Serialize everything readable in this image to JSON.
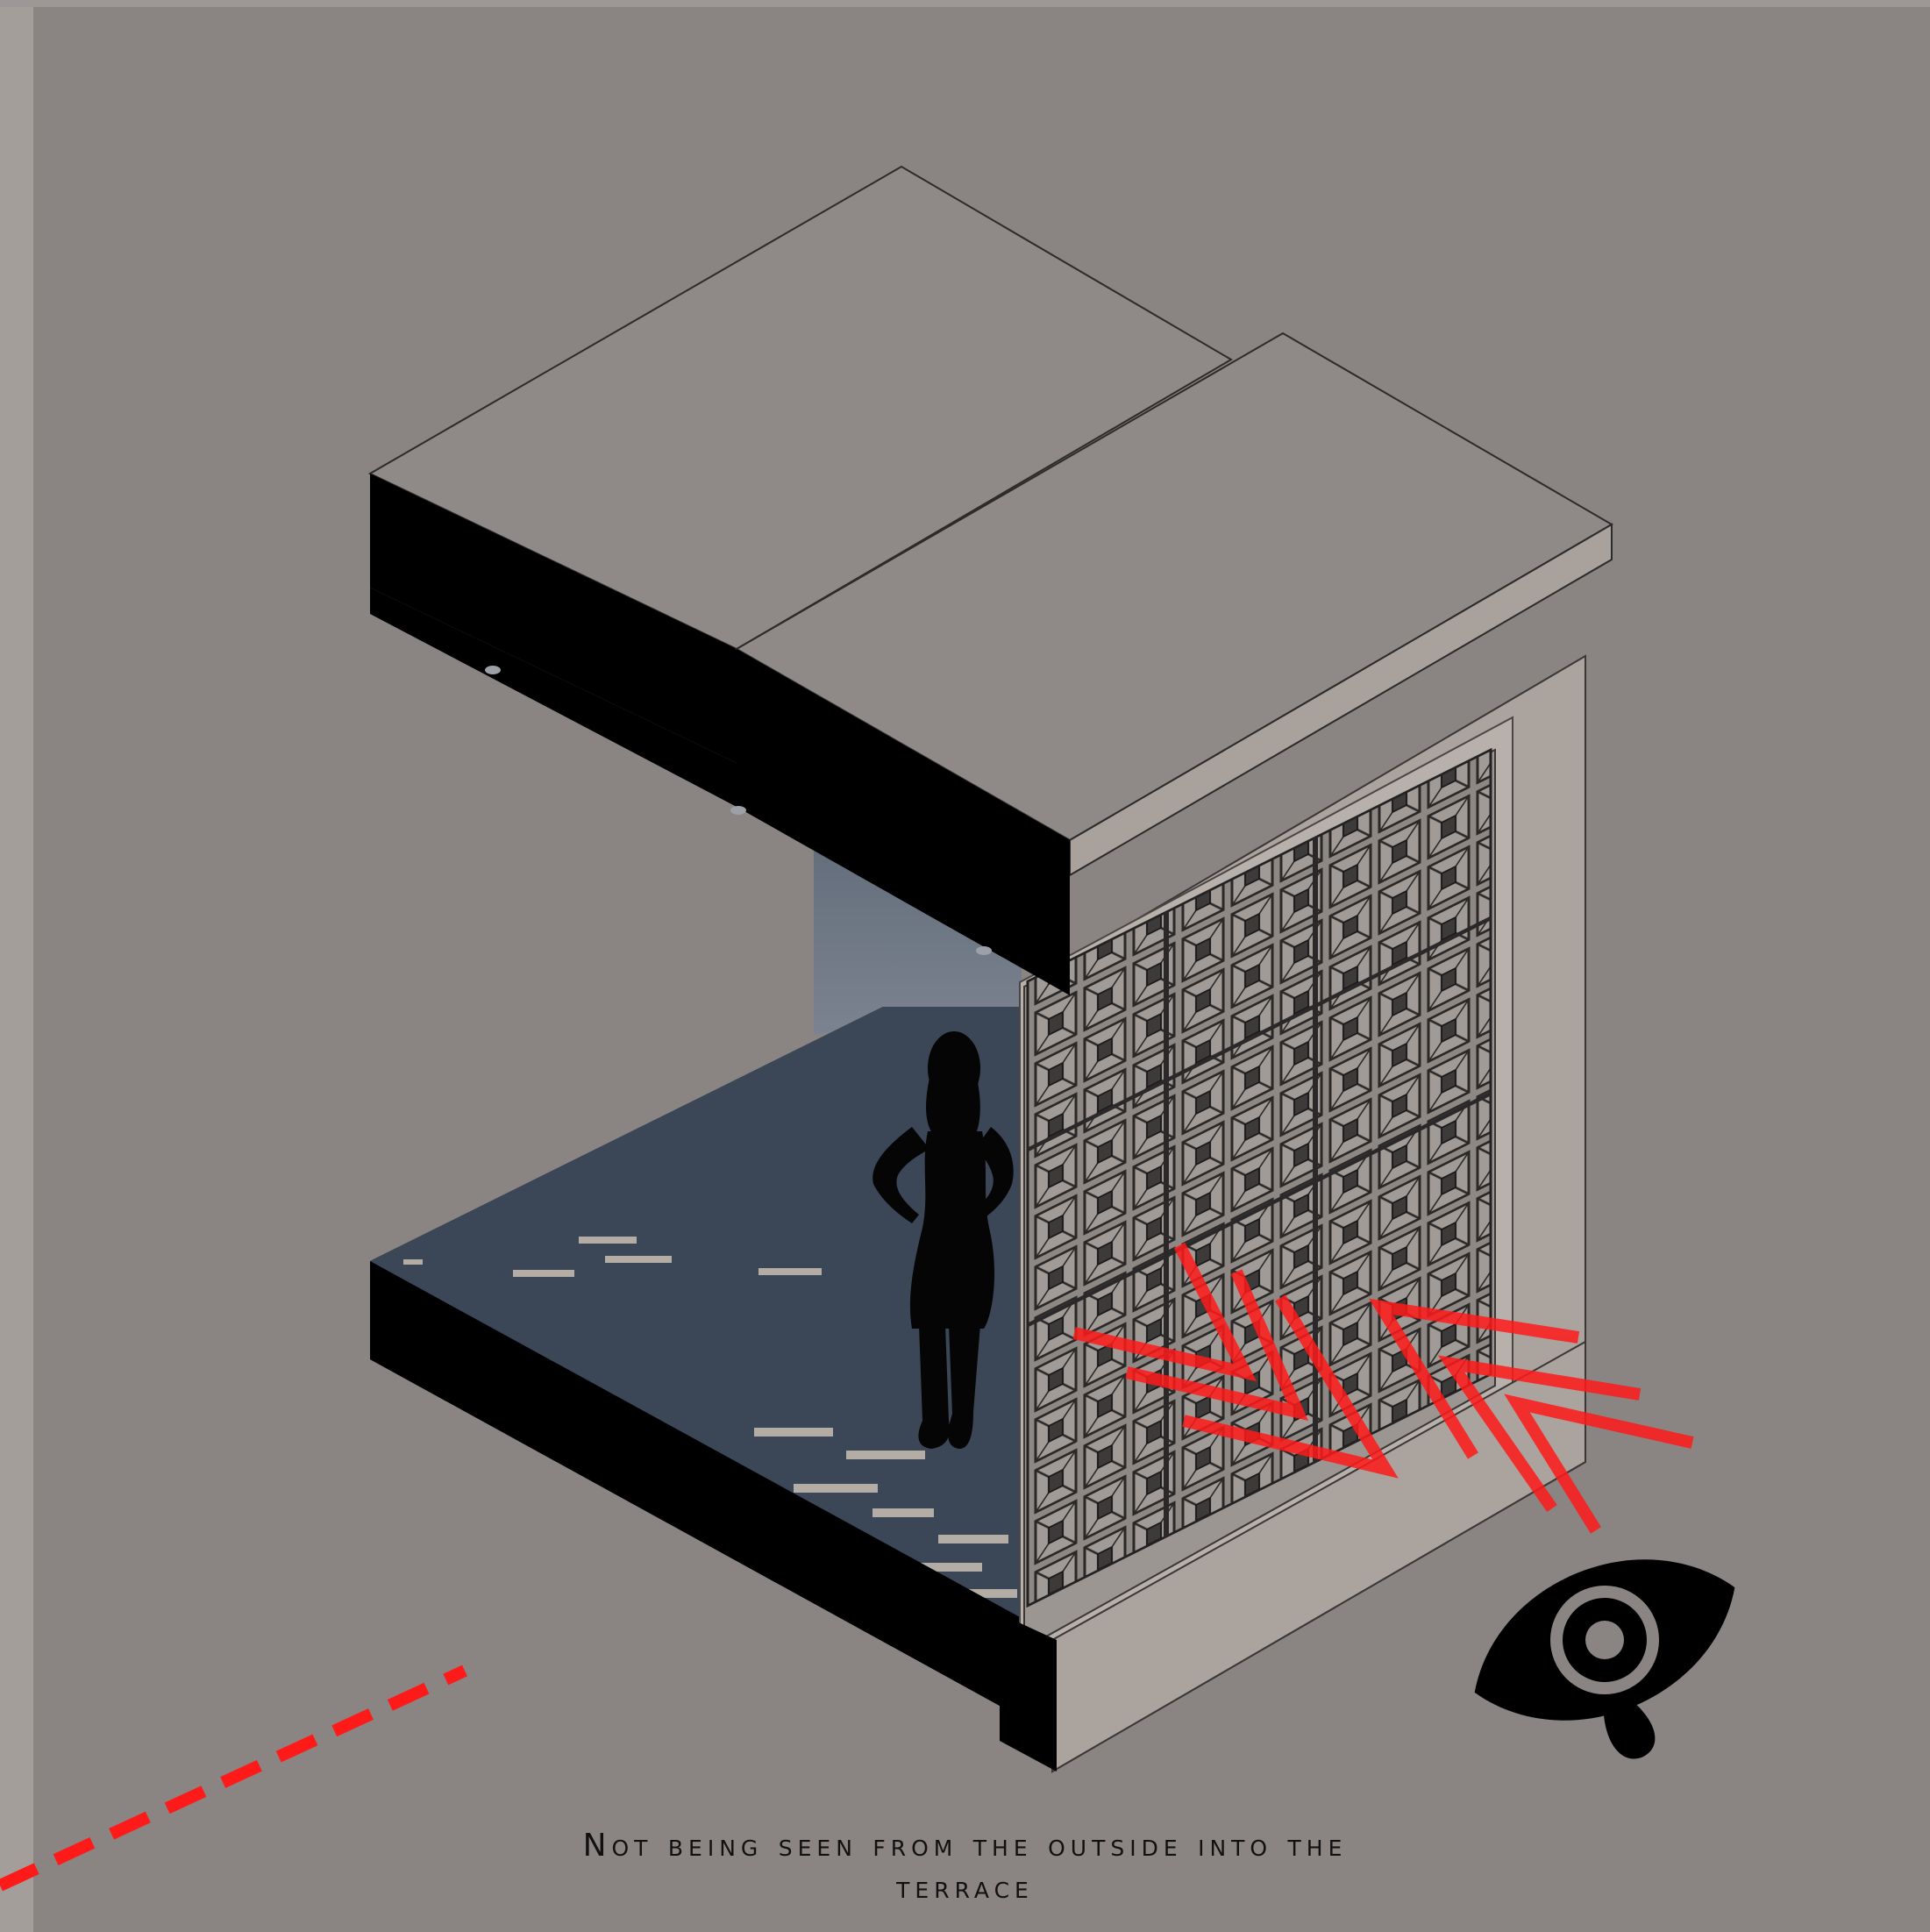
{
  "caption": {
    "line1": "Not being seen from the outside into the",
    "line2": "terrace"
  },
  "colors": {
    "background": "#8a8583",
    "slab_face": "#000000",
    "roof_top": "#8f8a87",
    "wall_light": "#aaa39e",
    "floor": "#3b4657",
    "arrow_red": "#ff1a1a",
    "silhouette": "#050505",
    "eye": "#000000"
  },
  "icons": [
    "eye-icon",
    "woman-silhouette"
  ]
}
